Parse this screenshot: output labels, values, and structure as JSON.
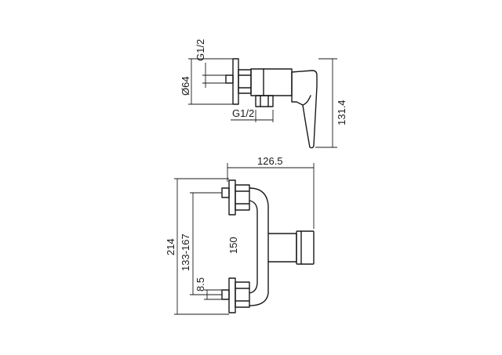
{
  "side_view": {
    "dims": {
      "inlet_thread": "G1/2",
      "flange_diameter": "Ø64",
      "outlet_thread": "G1/2",
      "height": "131.4"
    }
  },
  "front_view": {
    "dims": {
      "depth": "126.5",
      "overall_height": "214",
      "centers_range": "133-167",
      "centers_nominal": "150",
      "offset": "8.5"
    }
  }
}
